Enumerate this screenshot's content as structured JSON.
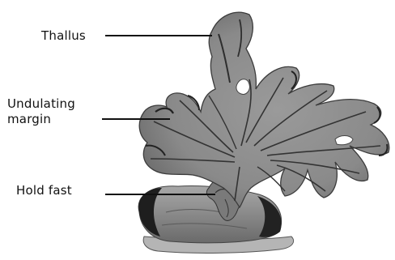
{
  "labels": {
    "thallus": "Thallus",
    "undulating_margin": "Undulating\nmargin",
    "hold_fast": "Hold fast"
  },
  "colors": {
    "thallus_fill": "#8c8c8c",
    "thallus_dark": "#3a3a3a",
    "rock_dark": "#1e1e1e",
    "rock_light": "#9a9a9a",
    "leader_line": "#111111"
  }
}
